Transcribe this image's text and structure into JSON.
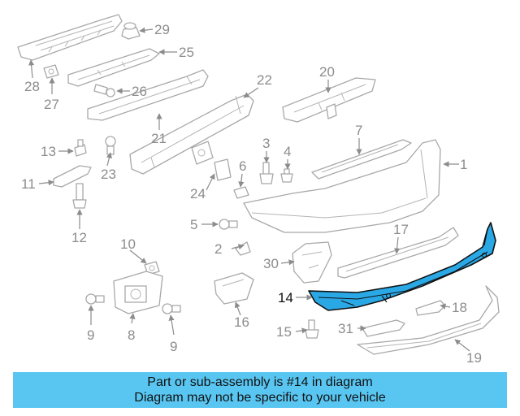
{
  "diagram": {
    "callouts": [
      "1",
      "2",
      "3",
      "4",
      "5",
      "6",
      "7",
      "8",
      "9",
      "9",
      "10",
      "11",
      "12",
      "13",
      "14",
      "15",
      "16",
      "17",
      "18",
      "19",
      "20",
      "21",
      "22",
      "23",
      "24",
      "25",
      "26",
      "27",
      "28",
      "29",
      "30",
      "31"
    ],
    "highlighted_callout": "14",
    "colors": {
      "highlight": "#2aa8e6",
      "parts": "#a8a8a8",
      "labels": "#8c8c8c",
      "banner": "#59c6f2"
    }
  },
  "banner": {
    "line1": "Part or sub-assembly is #14 in diagram",
    "line2": "Diagram may not be specific to your vehicle"
  }
}
